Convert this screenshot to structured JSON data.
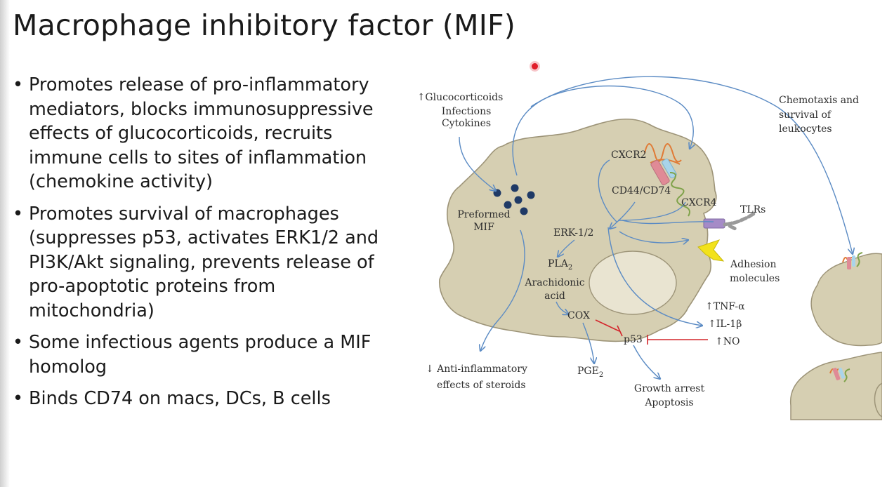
{
  "slide": {
    "title": "Macrophage inhibitory factor (MIF)",
    "bullet_glyph": "•",
    "bullets": [
      "Promotes release of pro-inflammatory mediators, blocks immunosuppressive effects of glucocorticoids, recruits immune cells to sites of inflammation (chemokine activity)",
      "Promotes survival of macrophages (suppresses p53, activates ERK1/2 and PI3K/Akt signaling, prevents release of pro-apoptotic proteins from mitochondria)",
      "Some infectious agents produce a MIF homolog",
      "Binds CD74 on macs, DCs, B cells"
    ]
  },
  "diagram": {
    "inducers": [
      "↑Glucocorticoids",
      "Infections",
      "Cytokines"
    ],
    "preformed": [
      "Preformed",
      "MIF"
    ],
    "chemotaxis": [
      "Chemotaxis and",
      "survival of",
      "leukocytes"
    ],
    "cxcr2": "CXCR2",
    "cd44": "CD44/CD74",
    "cxcr4": "CXCR4",
    "tlrs": "TLRs",
    "erk": "ERK-1/2",
    "pla": "PLA",
    "pla_sub": "2",
    "arachidonic": [
      "Arachidonic",
      "acid"
    ],
    "cox": "COX",
    "p53": "p53",
    "adhesion": [
      "Adhesion",
      "molecules"
    ],
    "tnf": "↑TNF-α",
    "il1": "↑IL-1β",
    "no": "↑NO",
    "anti": [
      "↓ Anti-inflammatory",
      "effects of steroids"
    ],
    "pge": "PGE",
    "pge_sub": "2",
    "growth": [
      "Growth arrest",
      "Apoptosis"
    ],
    "colors": {
      "cell_fill": "#d6cfb2",
      "cell_stroke": "#9d9478",
      "nucleus_fill": "#e9e4d1",
      "arrow_blue": "#5b8bc4",
      "inhibit_red": "#d4262c",
      "mif_dot": "#1f3a66",
      "adhesion_yellow": "#f2e21b",
      "receptor_orange": "#e07a35",
      "receptor_green": "#7fa24a",
      "receptor_pink": "#e08a96",
      "receptor_blue": "#a9d4ea",
      "tlr_purple": "#a58bc7",
      "tlr_gray": "#9a9a9a"
    }
  }
}
